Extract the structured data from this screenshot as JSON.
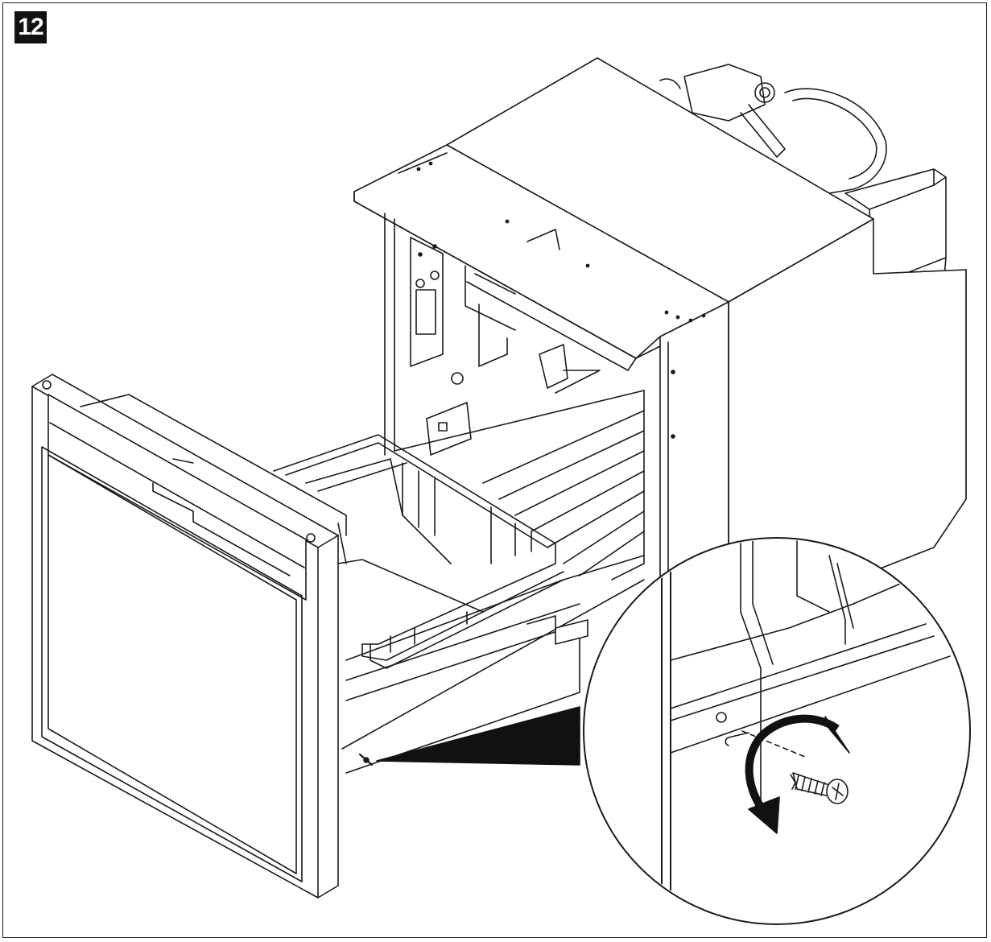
{
  "step": {
    "number": "12"
  },
  "illustration": {
    "subject": "drawer-refrigerator",
    "detail_callout": "screw-fastening",
    "rotation_arrow": "screw-direction"
  }
}
